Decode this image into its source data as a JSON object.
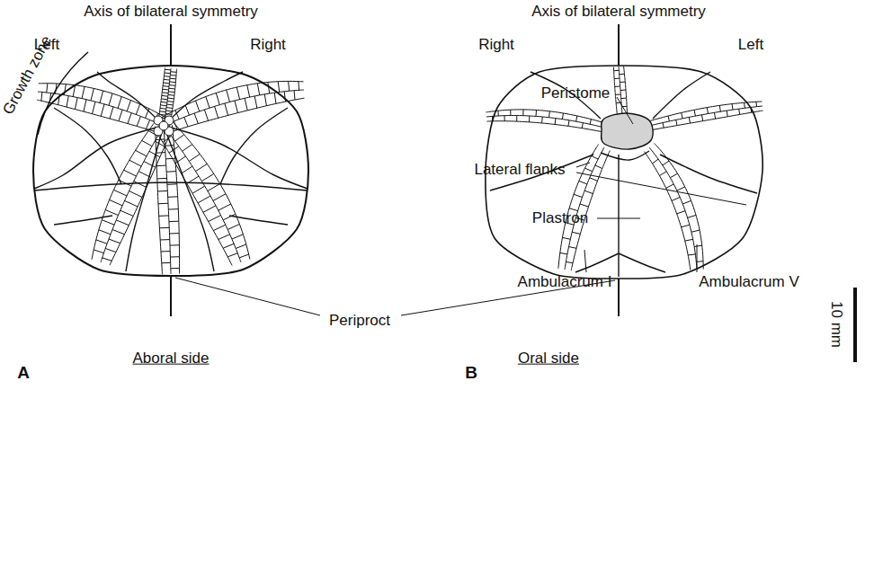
{
  "diagram": {
    "labels": [
      "Axis of bilateral symmetry",
      "Axis of bilateral symmetry",
      "Left",
      "Right",
      "Right",
      "Left",
      "Growth zone",
      "Peristome",
      "Lateral flanks",
      "Plastron",
      "Ambulacrum I",
      "Ambulacrum V",
      "Periproct",
      "Aboral side",
      "Oral side",
      "A",
      "B",
      "10 mm"
    ]
  }
}
